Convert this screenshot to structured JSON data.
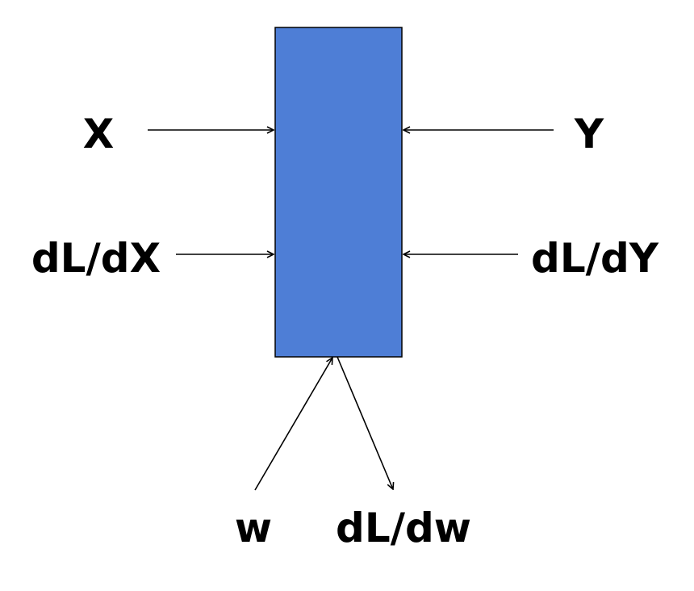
{
  "colors": {
    "block_fill": "#4e7ed6",
    "block_stroke": "#000000",
    "arrow": "#000000",
    "text": "#000000"
  },
  "labels": {
    "x": "X",
    "y": "Y",
    "dl_dx": "dL/dX",
    "dl_dy": "dL/dY",
    "w": "w",
    "dl_dw": "dL/dw"
  }
}
